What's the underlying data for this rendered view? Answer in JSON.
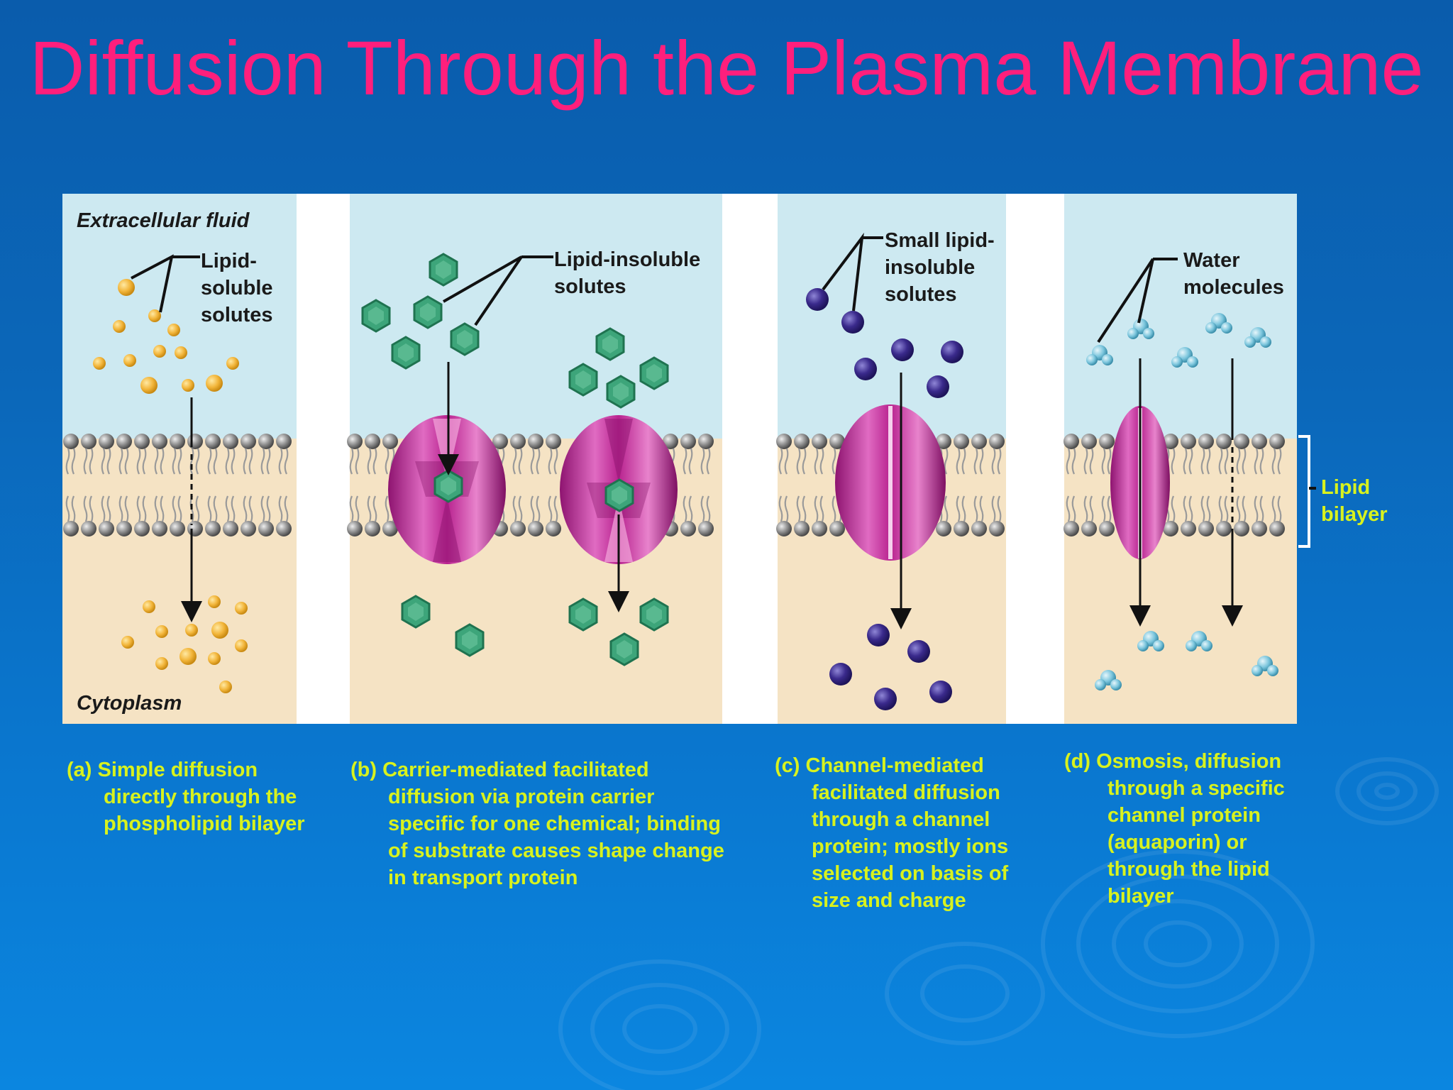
{
  "title": "Diffusion Through the Plasma Membrane",
  "colors": {
    "title": "#ff1f7c",
    "caption": "#d8f21e",
    "extracellular": "#cde9f1",
    "cytoplasm": "#f5e3c4",
    "protein": "#b8238f",
    "solute_green": "#3da57a",
    "solute_gold": "#f2b53a",
    "ion_purple": "#3a2a8c",
    "water": "#7cc6dd"
  },
  "figure": {
    "extracellular_label": "Extracellular fluid",
    "cytoplasm_label": "Cytoplasm",
    "panel_a_label": [
      "Lipid-",
      "soluble",
      "solutes"
    ],
    "panel_b_label": [
      "Lipid-insoluble",
      "solutes"
    ],
    "panel_c_label": [
      "Small lipid-",
      "insoluble",
      "solutes"
    ],
    "panel_d_label": [
      "Water",
      "molecules"
    ],
    "bilayer_label": [
      "Lipid",
      "bilayer"
    ]
  },
  "captions": [
    {
      "letter": "(a)",
      "first": "Simple diffusion",
      "rest": "directly through the\nphospholipid bilayer"
    },
    {
      "letter": "(b)",
      "first": "Carrier-mediated facilitated",
      "rest": "diffusion via protein carrier\nspecific for one chemical; binding\nof substrate causes shape change\nin transport protein"
    },
    {
      "letter": "(c)",
      "first": "Channel-mediated",
      "rest": "facilitated diffusion\nthrough a channel\nprotein; mostly ions\nselected on basis of\nsize and charge"
    },
    {
      "letter": "(d)",
      "first": "Osmosis, diffusion",
      "rest": "through a specific\nchannel protein\n(aquaporin) or\nthrough the lipid\nbilayer"
    }
  ]
}
